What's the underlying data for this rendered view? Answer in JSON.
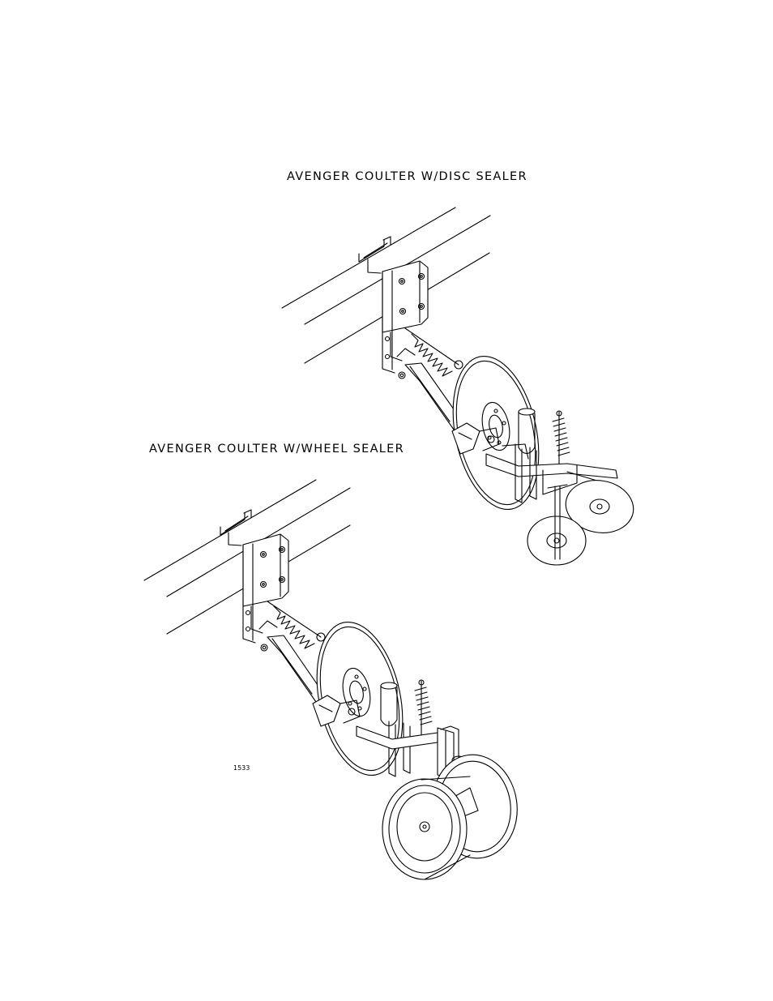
{
  "labels": {
    "disc_sealer_title": "AVENGER COULTER W/DISC SEALER",
    "wheel_sealer_title": "AVENGER COULTER W/WHEEL SEALER",
    "part_number": "1533"
  }
}
